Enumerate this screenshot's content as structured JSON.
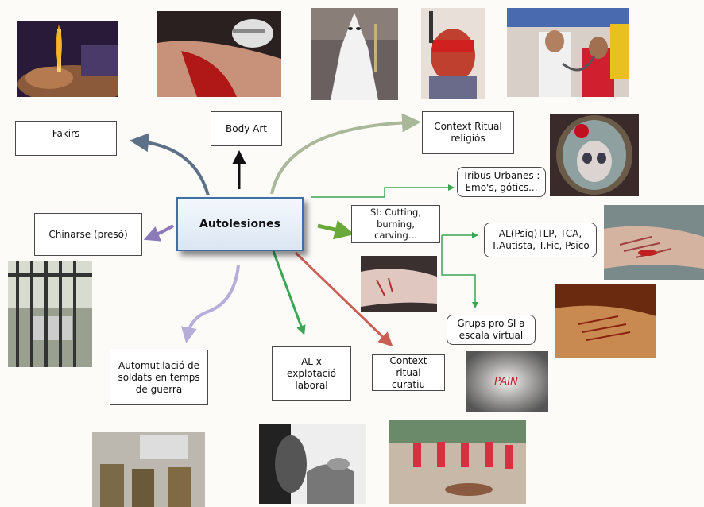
{
  "center": {
    "label": "Autolesiones"
  },
  "nodes": {
    "fakirs": "Fakirs",
    "body_art": "Body Art",
    "ritual_religious": "Context Ritual\nreligiós",
    "urban_tribes": "Tribus Urbanes :\nEmo's, gótics...",
    "self_injury": "SI: Cutting,\nburning,\ncarving...",
    "al_psiq": "AL(Psiq)TLP, TCA,\nT.Autista, T.Fic, Psico",
    "pro_si_groups": "Grups pro SI a\nescala virtual",
    "chinarse": "Chinarse (presó)",
    "soldiers": "Automutilació de\nsoldats en temps\nde guerra",
    "labor": "AL x explotació\nlaboral",
    "healing_ritual": "Context ritual\ncuratiu"
  },
  "pain_text": "PAIN",
  "colors": {
    "slate": "#5d7189",
    "black": "#111111",
    "sage": "#a8b898",
    "green": "#3aa652",
    "olive": "#6aa83a",
    "purple": "#8c79b8",
    "lavender": "#b4aed8",
    "red": "#cc5f55",
    "center_border": "#3f6fa8"
  }
}
